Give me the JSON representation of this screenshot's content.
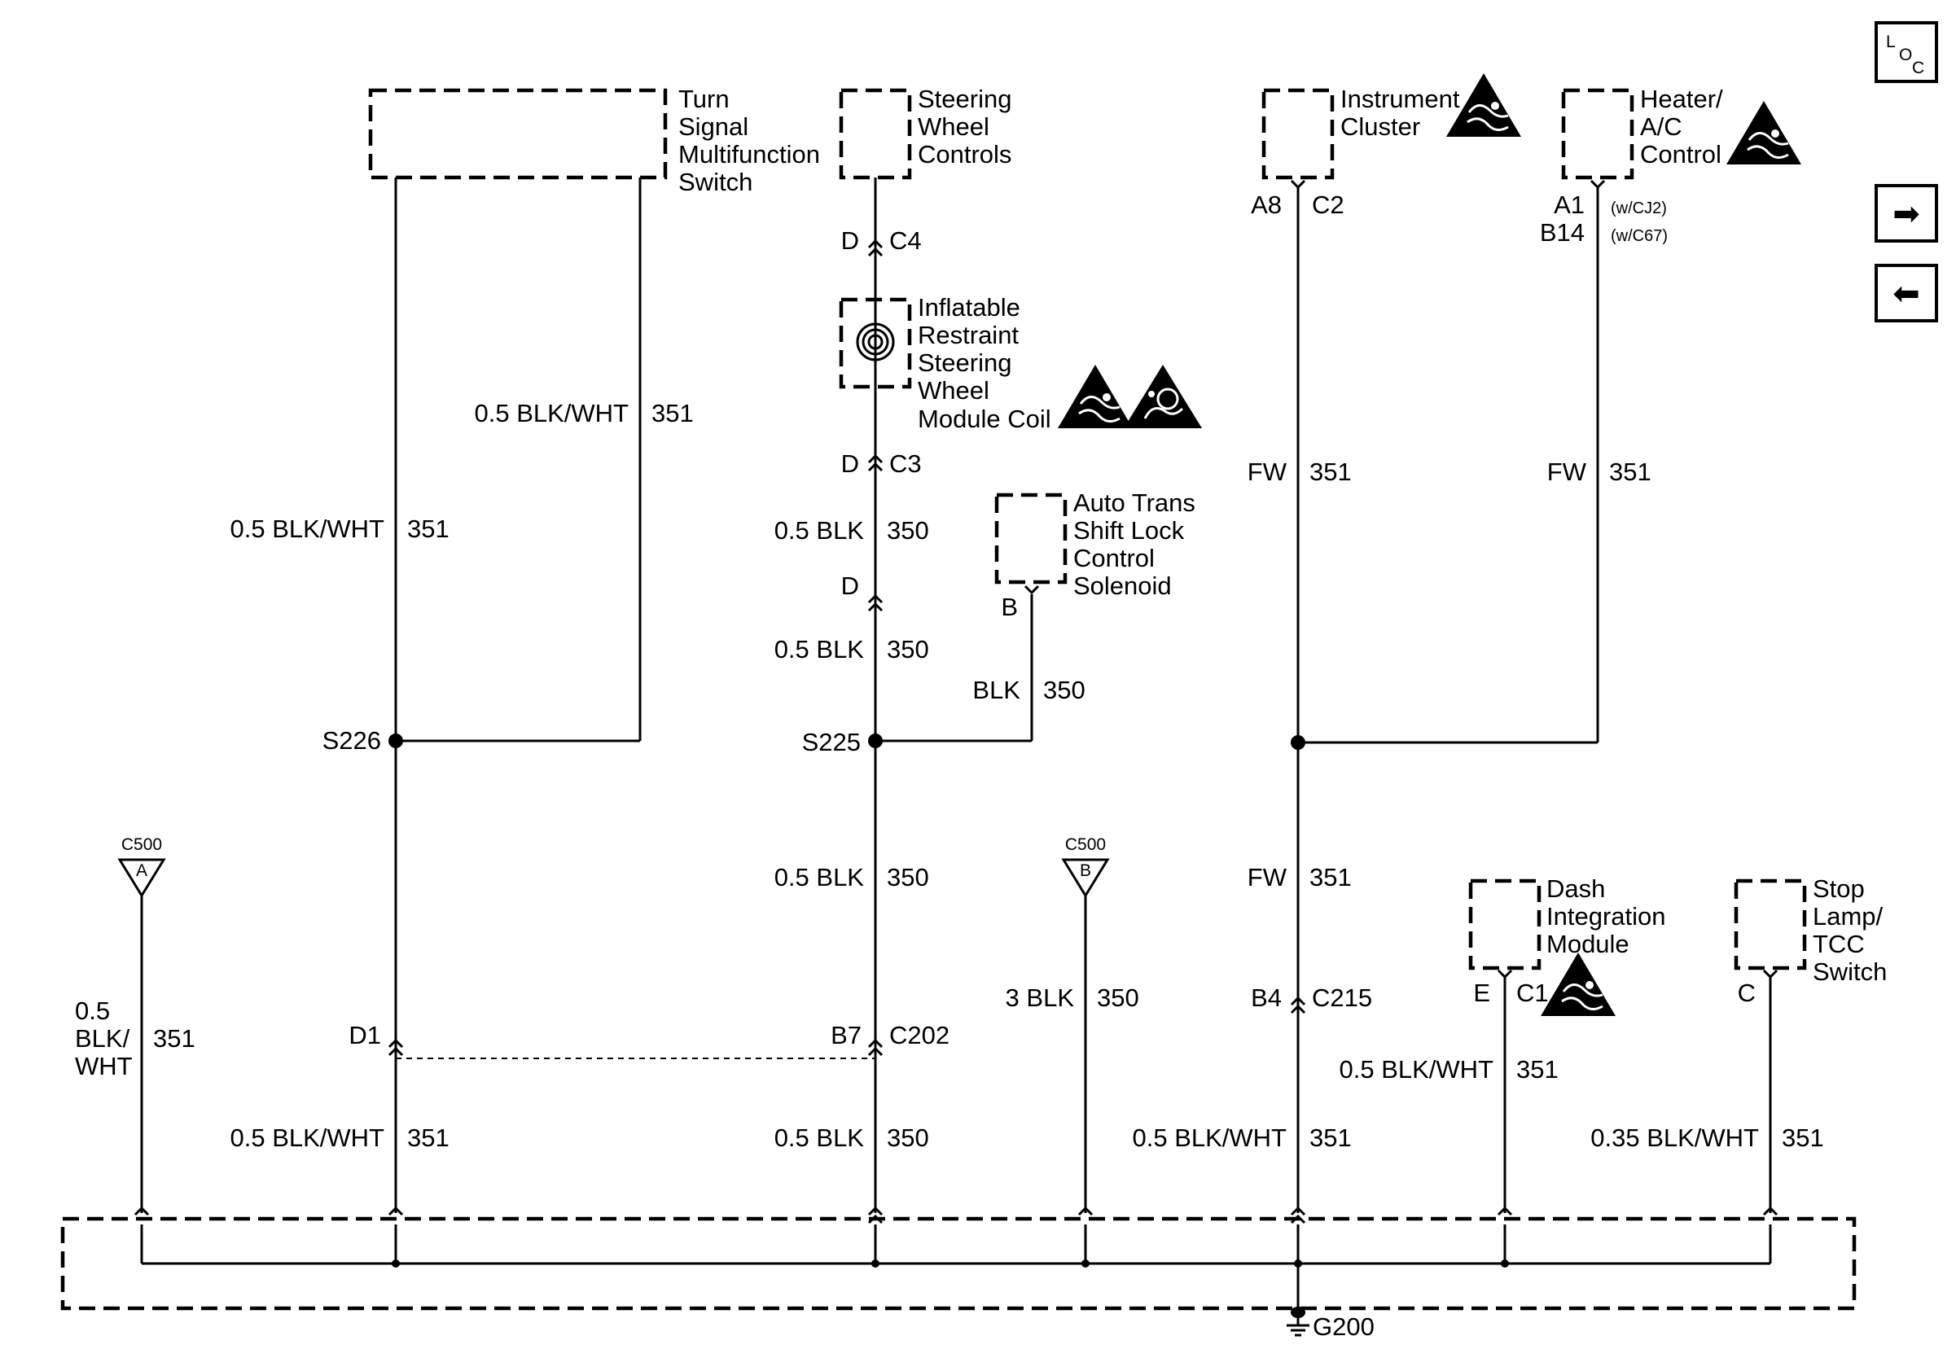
{
  "components": {
    "turn_signal": [
      "Turn",
      "Signal",
      "Multifunction",
      "Switch"
    ],
    "steering_wheel_controls": [
      "Steering",
      "Wheel",
      "Controls"
    ],
    "inflatable_restraint": [
      "Inflatable",
      "Restraint",
      "Steering",
      "Wheel",
      "Module Coil"
    ],
    "instrument_cluster": [
      "Instrument",
      "Cluster"
    ],
    "heater_ac": [
      "Heater/",
      "A/C",
      "Control"
    ],
    "shift_lock": [
      "Auto Trans",
      "Shift Lock",
      "Control",
      "Solenoid"
    ],
    "dash_integration": [
      "Dash",
      "Integration",
      "Module"
    ],
    "stop_lamp": [
      "Stop",
      "Lamp/",
      "TCC",
      "Switch"
    ]
  },
  "connectors": {
    "c4_pin": "D",
    "c4": "C4",
    "c3_pin": "D",
    "c3": "C3",
    "inline_pin": "D",
    "ic_pin": "A8",
    "ic_conn": "C2",
    "hvac_pin1": "A1",
    "hvac_opt1": "(w/CJ2)",
    "hvac_pin2": "B14",
    "hvac_opt2": "(w/C67)",
    "shift_pin": "B",
    "dim_pin": "E",
    "dim_conn": "C1",
    "stop_pin": "C",
    "c202_left_pin": "D1",
    "c202_right_pin": "B7",
    "c202": "C202",
    "c215_pin": "B4",
    "c215": "C215",
    "c500_a_label": "C500",
    "c500_a_pin": "A",
    "c500_b_label": "C500",
    "c500_b_pin": "B"
  },
  "splices": {
    "s226": "S226",
    "s225": "S225",
    "ground": "G200"
  },
  "wires": {
    "ts_right": [
      "0.5 BLK/WHT",
      "351"
    ],
    "ts_left": [
      "0.5 BLK/WHT",
      "351"
    ],
    "col_c3": [
      "0.5 BLK",
      "350"
    ],
    "col_d": [
      "0.5 BLK",
      "350"
    ],
    "shift": [
      "BLK",
      "350"
    ],
    "col_lower": [
      "0.5 BLK",
      "350"
    ],
    "col_bottom": [
      "0.5 BLK",
      "350"
    ],
    "left_bottom": [
      "0.5 BLK/WHT",
      "351"
    ],
    "c500a": [
      "0.5",
      "BLK/",
      "WHT",
      "351"
    ],
    "c500b": [
      "3 BLK",
      "350"
    ],
    "ic_upper": [
      "FW",
      "351"
    ],
    "hvac": [
      "FW",
      "351"
    ],
    "ic_lower": [
      "FW",
      "351"
    ],
    "c215_bottom": [
      "0.5 BLK/WHT",
      "351"
    ],
    "dim": [
      "0.5 BLK/WHT",
      "351"
    ],
    "stop": [
      "0.35 BLK/WHT",
      "351"
    ]
  },
  "nav": {
    "loc_l": "L",
    "loc_o": "O",
    "loc_c": "C",
    "next_glyph": "➡",
    "prev_glyph": "⬅"
  }
}
